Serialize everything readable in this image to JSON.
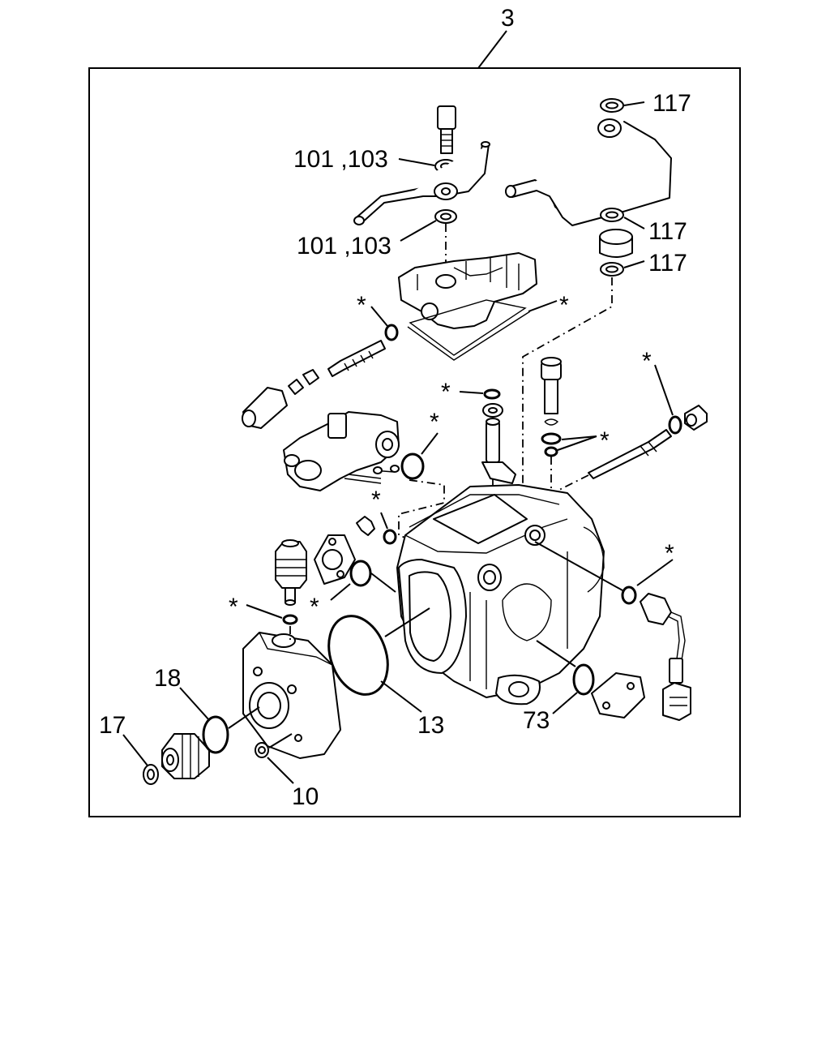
{
  "diagram": {
    "assembly_callout": "3",
    "callouts": {
      "c117a": "117",
      "c117b": "117",
      "c117c": "117",
      "c101_103_top": "101 ,103",
      "c101_103_bottom": "101 ,103",
      "c18": "18",
      "c17": "17",
      "c13": "13",
      "c10": "10",
      "c73": "73"
    },
    "asterisk_marker": "*"
  }
}
